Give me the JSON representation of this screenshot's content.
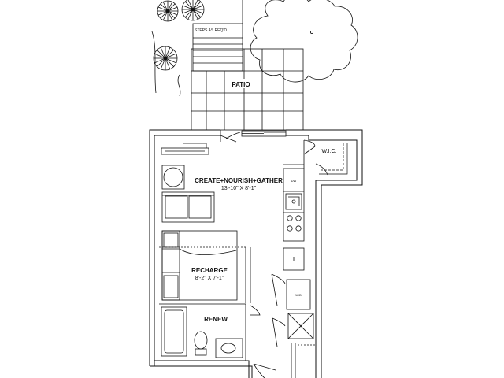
{
  "rooms": {
    "patio": {
      "label": "PATIO"
    },
    "create": {
      "label": "CREATE+NOURISH+GATHER",
      "dimensions": "13'-10\" X 8'-1\""
    },
    "recharge": {
      "label": "RECHARGE",
      "dimensions": "8'-2\" X 7'-1\""
    },
    "renew": {
      "label": "RENEW"
    },
    "wic": {
      "label": "W.I.C."
    }
  },
  "notes": {
    "steps": "STEPS AS REQ'D"
  },
  "appliances": {
    "dishwasher": "DW",
    "washer_dryer": "W/D"
  },
  "colors": {
    "line": "#111111",
    "wall_fill": "#ffffff"
  }
}
